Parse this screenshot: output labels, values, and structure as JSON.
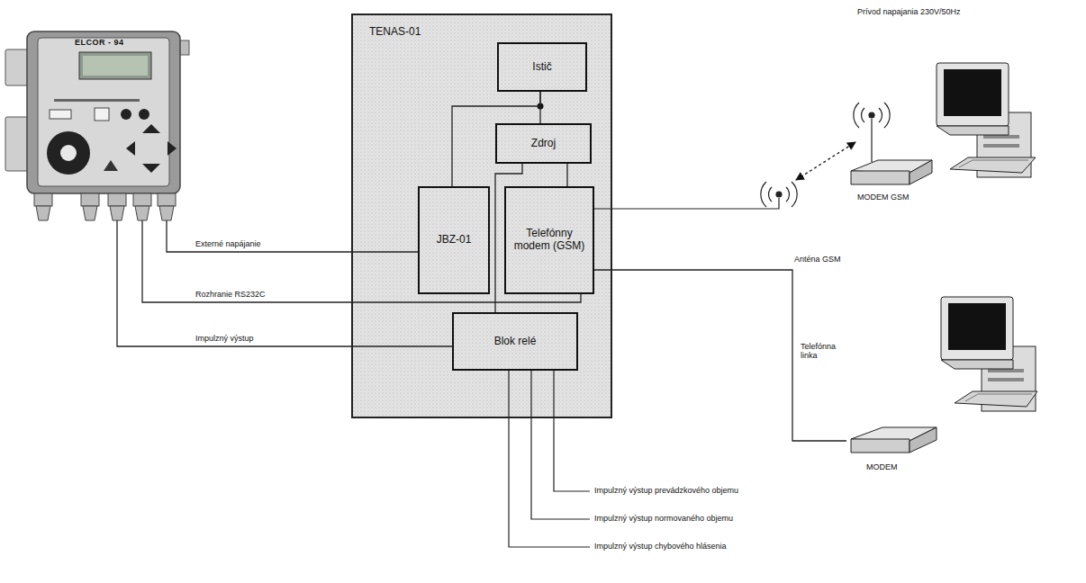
{
  "diagram": {
    "nodes": [
      {
        "text": [
          "TENAS-01"
        ]
      },
      {
        "text": [
          "Istič"
        ],
        "in": 0
      },
      {
        "text": [
          "Zdroj"
        ],
        "in": 0
      },
      {
        "text": [
          "JBZ-01"
        ],
        "in": 0
      },
      {
        "text": [
          "Telefónny modem (GSM)"
        ],
        "in": 0
      },
      {
        "text": [
          "Blok relé"
        ],
        "in": 0
      },
      {
        "text": [
          "ELCOR - 94"
        ]
      },
      {
        "text": [
          "MODEM GSM"
        ]
      },
      {
        "text": [
          "MODEM"
        ]
      }
    ],
    "edges": [
      {
        "from": 1,
        "to": 2,
        "arrow": "none"
      },
      {
        "from": 1,
        "to": 3,
        "arrow": "none"
      },
      {
        "from": 2,
        "to": 4,
        "arrow": "none"
      },
      {
        "from": 2,
        "to": 5,
        "arrow": "none"
      },
      {
        "from": 6,
        "to": 3,
        "label": "Externé napájanie",
        "arrow": "none"
      },
      {
        "from": 6,
        "to": 4,
        "label": "Rozhranie RS232C",
        "arrow": "none"
      },
      {
        "from": 6,
        "to": 5,
        "label": "Impulzný výstup",
        "arrow": "none"
      },
      {
        "from": 4,
        "to": 8,
        "label": "Telefónna linka",
        "arrow": "none"
      }
    ],
    "labels": [
      "Prívod napajania 230V/50Hz",
      "Anténa GSM",
      "Impulzný výstup prevádzkového objemu",
      "Impulzný výstup normovaného objemu",
      "Impulzný výstup chybového hlásenia"
    ]
  }
}
